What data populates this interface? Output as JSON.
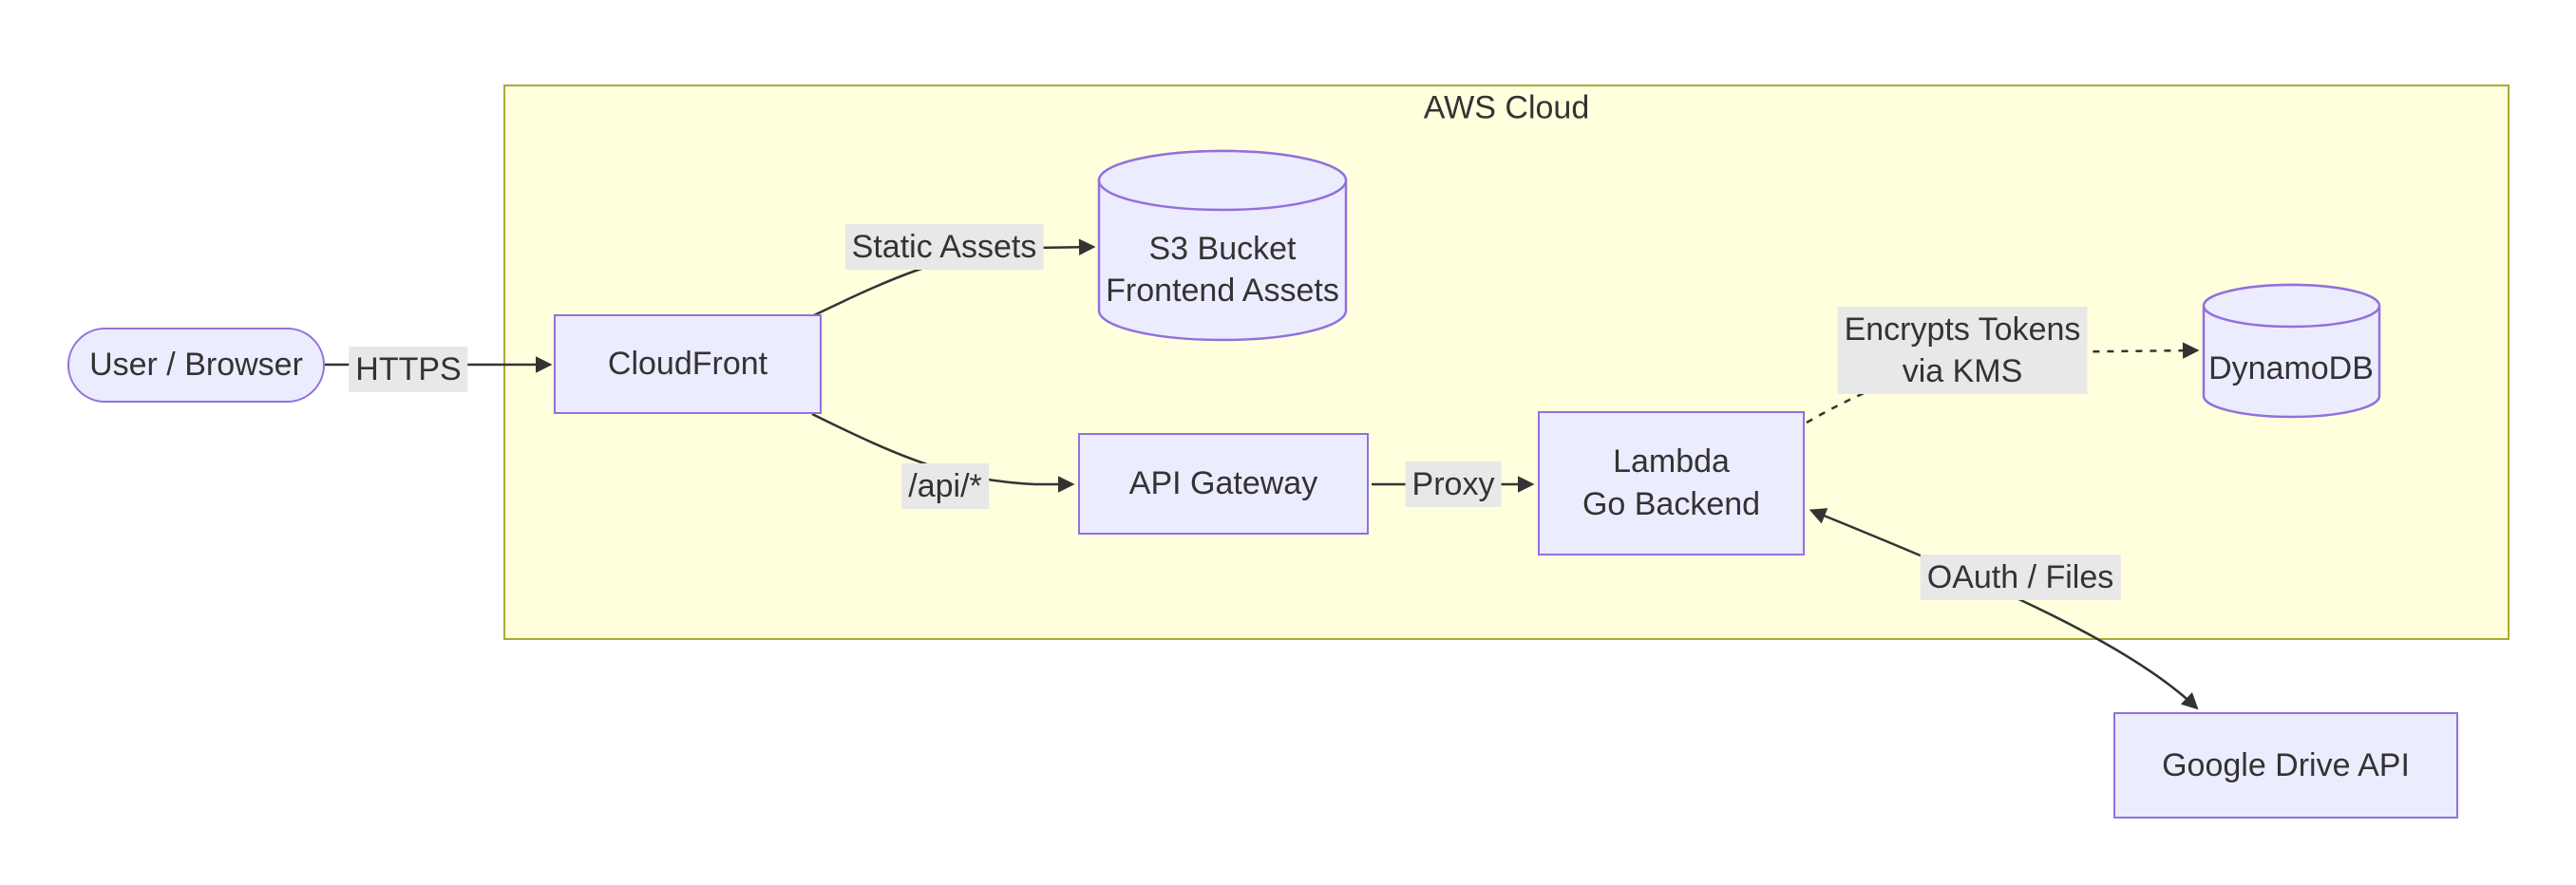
{
  "diagram": {
    "cluster": {
      "title": "AWS Cloud"
    },
    "nodes": {
      "user": {
        "label": "User / Browser",
        "shape": "stadium"
      },
      "cloudfront": {
        "label": "CloudFront",
        "shape": "rect"
      },
      "s3": {
        "line1": "S3 Bucket",
        "line2": "Frontend Assets",
        "shape": "cylinder"
      },
      "apigw": {
        "label": "API Gateway",
        "shape": "rect"
      },
      "lambda": {
        "line1": "Lambda",
        "line2": "Go Backend",
        "shape": "rect"
      },
      "dynamodb": {
        "label": "DynamoDB",
        "shape": "cylinder"
      },
      "gdrive": {
        "label": "Google Drive API",
        "shape": "rect"
      }
    },
    "edges": {
      "https": {
        "from": "user",
        "to": "cloudfront",
        "label": "HTTPS",
        "style": "solid",
        "direction": "forward"
      },
      "static_assets": {
        "from": "cloudfront",
        "to": "s3",
        "label": "Static Assets",
        "style": "solid",
        "direction": "forward"
      },
      "api_route": {
        "from": "cloudfront",
        "to": "apigw",
        "label": "/api/*",
        "style": "solid",
        "direction": "forward"
      },
      "proxy": {
        "from": "apigw",
        "to": "lambda",
        "label": "Proxy",
        "style": "solid",
        "direction": "forward"
      },
      "kms": {
        "from": "lambda",
        "to": "dynamodb",
        "line1": "Encrypts Tokens",
        "line2": "via KMS",
        "style": "dotted",
        "direction": "forward"
      },
      "oauth": {
        "from": "lambda",
        "to": "gdrive",
        "label": "OAuth / Files",
        "style": "solid",
        "direction": "both"
      }
    },
    "colors": {
      "canvas_bg": "#FFFFFF",
      "node_fill": "#ECECFF",
      "node_border": "#9370DB",
      "cluster_fill": "#FFFFDE",
      "cluster_border": "#AAAA33",
      "edge_stroke": "#333333",
      "label_bg": "#E8E8E8",
      "text": "#333333"
    }
  }
}
